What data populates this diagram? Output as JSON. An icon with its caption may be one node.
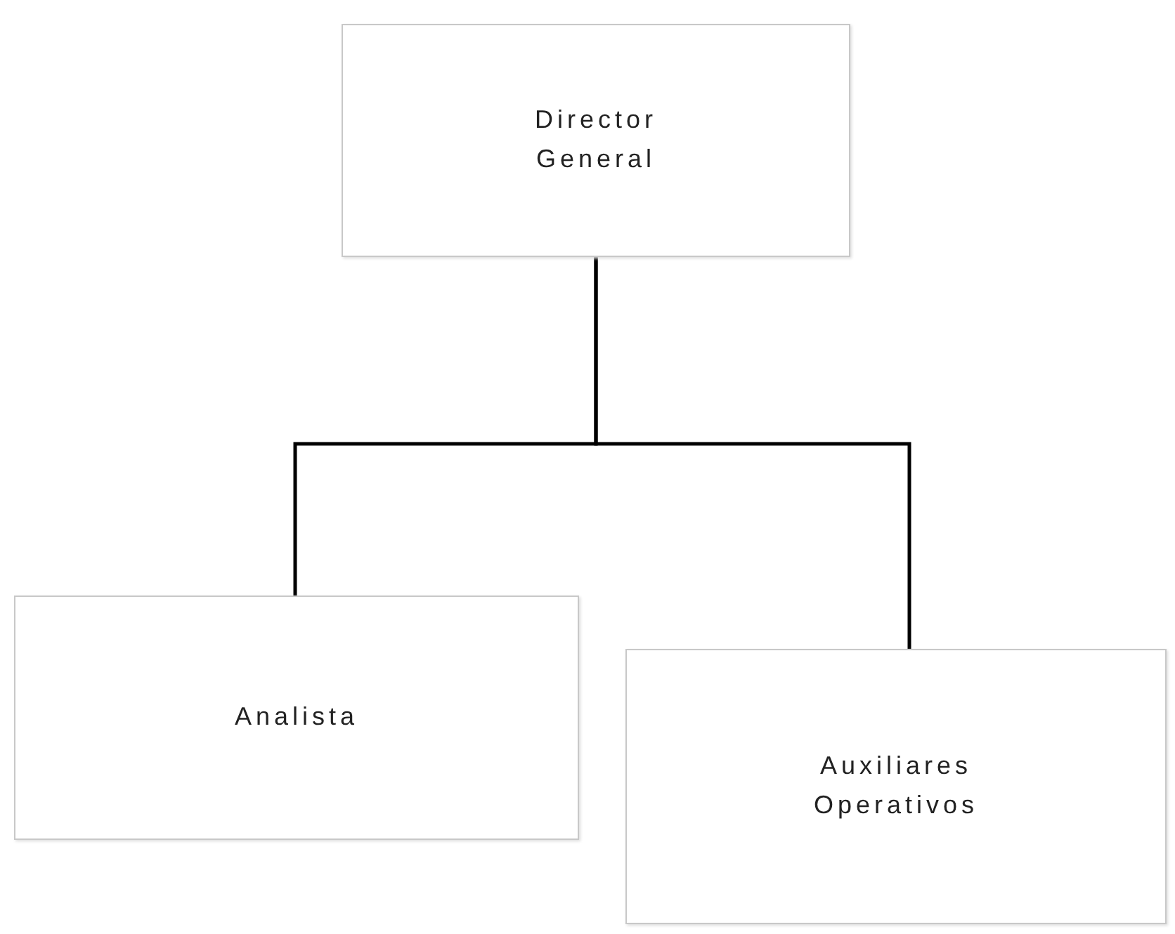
{
  "diagram": {
    "nodes": [
      {
        "text": [
          "Director General"
        ]
      },
      {
        "text": [
          "Analista"
        ]
      },
      {
        "text": [
          "Auxiliares Operativos"
        ]
      }
    ],
    "edges": [
      {
        "from": 0,
        "to": 1,
        "arrow": "none"
      },
      {
        "from": 0,
        "to": 2,
        "arrow": "none"
      }
    ]
  }
}
